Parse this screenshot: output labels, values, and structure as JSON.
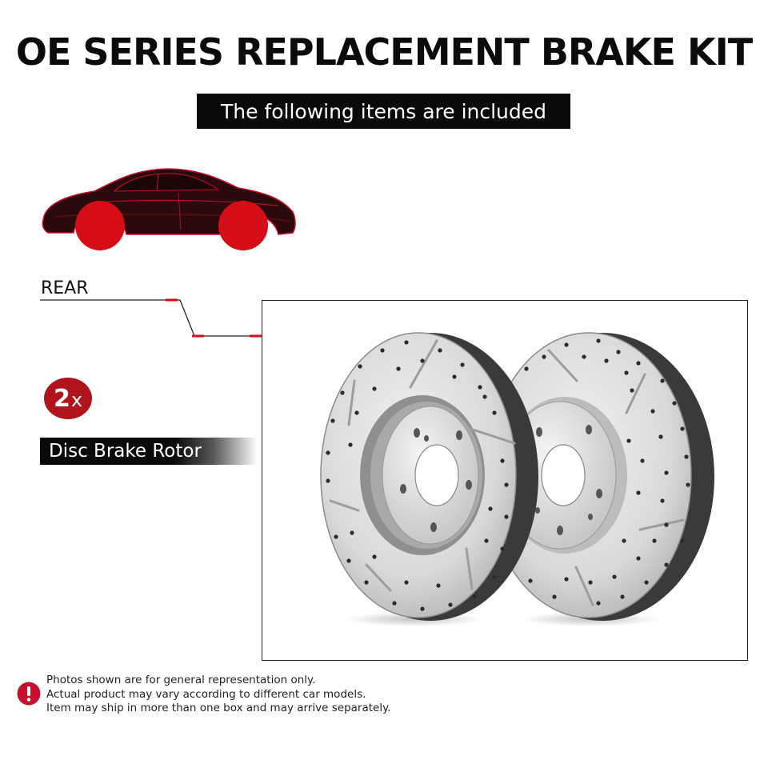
{
  "header": {
    "title": "OE SERIES REPLACEMENT BRAKE KIT",
    "subtitle": "The following items are included"
  },
  "position": {
    "label": "REAR"
  },
  "item": {
    "quantity": "2",
    "quantity_suffix": "x",
    "name": "Disc Brake Rotor"
  },
  "disclaimer": {
    "lines": [
      "Photos shown are for general representation only.",
      "Actual product may vary according to different car models.",
      "Item may ship in more than one box and may arrive separately."
    ]
  },
  "colors": {
    "accent": "#b1141c",
    "wheel": "#d40d16",
    "car_body": "#2a0a0c",
    "bar": "#0a0a0a"
  },
  "icons": {
    "car": "car-silhouette-icon",
    "warning": "exclamation-circle-icon"
  }
}
